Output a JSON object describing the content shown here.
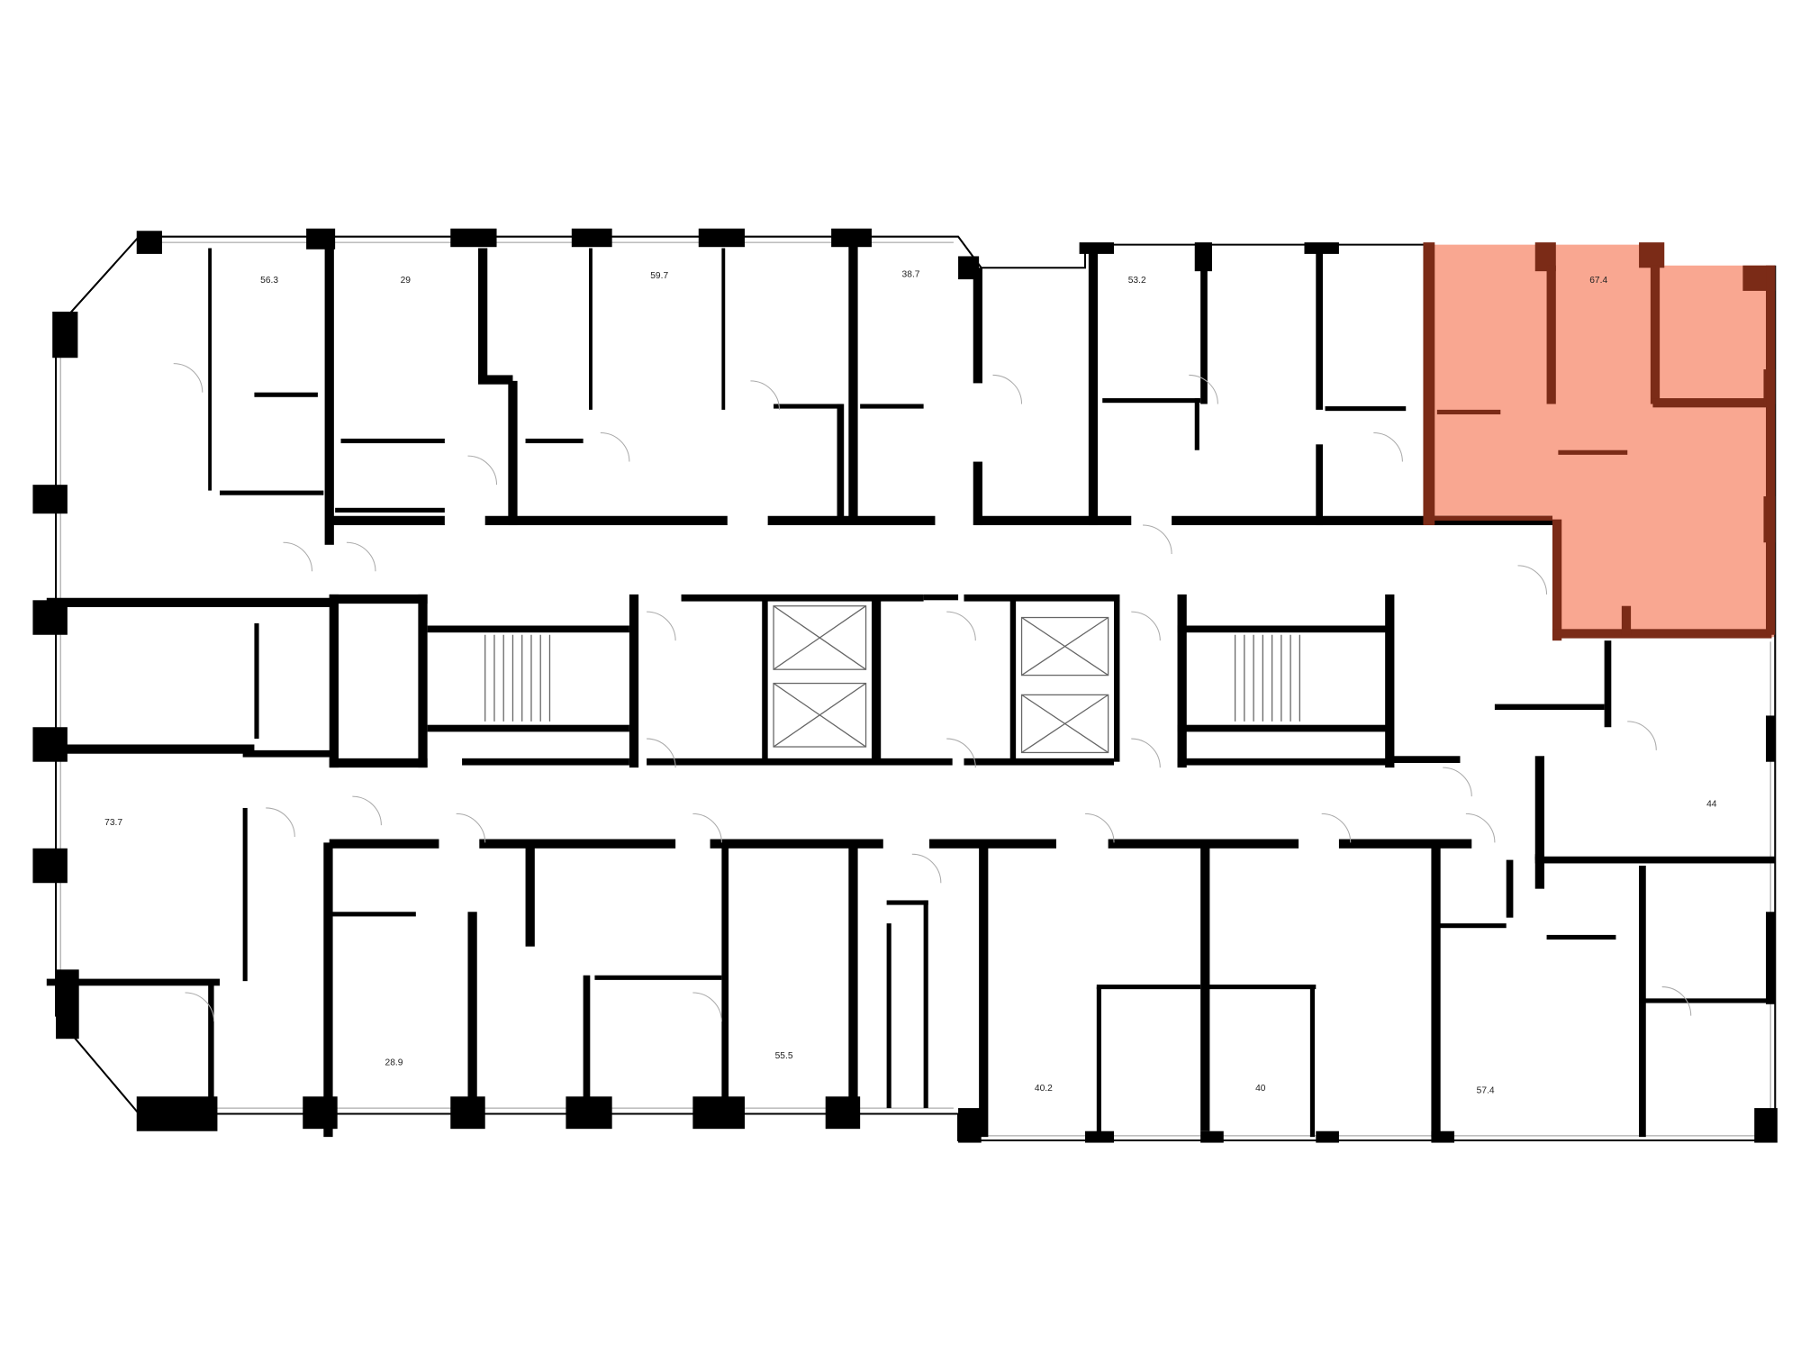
{
  "plan": {
    "highlight_fill": "#f9a791",
    "highlight_wall": "#7b2b17",
    "wall_color": "#000000",
    "apartments": [
      {
        "id": "apt-56-3",
        "area": "56.3",
        "highlighted": false
      },
      {
        "id": "apt-29",
        "area": "29",
        "highlighted": false
      },
      {
        "id": "apt-59-7",
        "area": "59.7",
        "highlighted": false
      },
      {
        "id": "apt-38-7",
        "area": "38.7",
        "highlighted": false
      },
      {
        "id": "apt-53-2",
        "area": "53.2",
        "highlighted": false
      },
      {
        "id": "apt-67-4",
        "area": "67.4",
        "highlighted": true
      },
      {
        "id": "apt-73-7",
        "area": "73.7",
        "highlighted": false
      },
      {
        "id": "apt-44",
        "area": "44",
        "highlighted": false
      },
      {
        "id": "apt-28-9",
        "area": "28.9",
        "highlighted": false
      },
      {
        "id": "apt-55-5",
        "area": "55.5",
        "highlighted": false
      },
      {
        "id": "apt-40-2",
        "area": "40.2",
        "highlighted": false
      },
      {
        "id": "apt-40",
        "area": "40",
        "highlighted": false
      },
      {
        "id": "apt-57-4",
        "area": "57.4",
        "highlighted": false
      }
    ]
  }
}
